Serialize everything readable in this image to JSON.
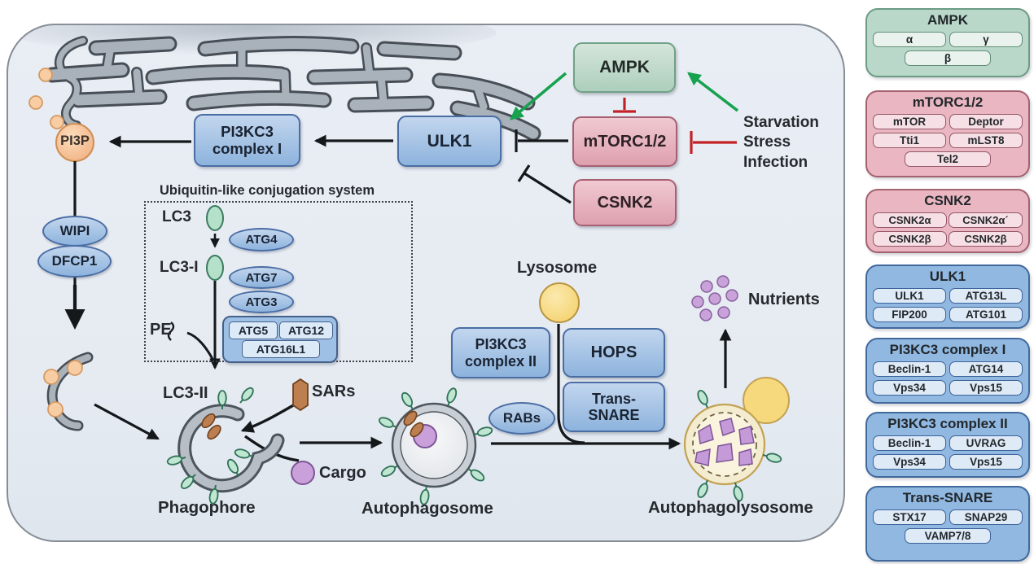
{
  "d": {
    "ampk": "AMPK",
    "mtorc": "mTORC1/2",
    "csnk2": "CSNK2",
    "ulk1": "ULK1",
    "stimuli": "Starvation\nStress\nInfection",
    "pi3kc3_1": "PI3KC3\ncomplex I",
    "pi3p": "PI3P",
    "wipi": "WIPI",
    "dfcp1": "DFCP1",
    "conj_title": "Ubiquitin-like conjugation system",
    "lc3": "LC3",
    "atg4": "ATG4",
    "lc3_i": "LC3-I",
    "atg7": "ATG7",
    "atg3": "ATG3",
    "pe": "PE",
    "atg5": "ATG5",
    "atg12": "ATG12",
    "atg16l1": "ATG16L1",
    "lc3_ii": "LC3-II",
    "sars": "SARs",
    "cargo": "Cargo",
    "phagophore": "Phagophore",
    "autophagosome": "Autophagosome",
    "lysosome": "Lysosome",
    "pi3kc3_2": "PI3KC3\ncomplex II",
    "hops": "HOPS",
    "trans_snare": "Trans-\nSNARE",
    "rabs": "RABs",
    "autophagolysosome": "Autophagolysosome",
    "nutrients": "Nutrients"
  },
  "legend": [
    {
      "title": "AMPK",
      "rows": [
        [
          "α",
          "γ"
        ],
        [
          "β"
        ]
      ]
    },
    {
      "title": "mTORC1/2",
      "rows": [
        [
          "mTOR",
          "Deptor"
        ],
        [
          "Tti1",
          "mLST8"
        ],
        [
          "Tel2"
        ]
      ]
    },
    {
      "title": "CSNK2",
      "rows": [
        [
          "CSNK2α",
          "CSNK2α´"
        ],
        [
          "CSNK2β",
          "CSNK2β"
        ]
      ]
    },
    {
      "title": "ULK1",
      "rows": [
        [
          "ULK1",
          "ATG13L"
        ],
        [
          "FIP200",
          "ATG101"
        ]
      ]
    },
    {
      "title": "PI3KC3 complex I",
      "rows": [
        [
          "Beclin-1",
          "ATG14"
        ],
        [
          "Vps34",
          "Vps15"
        ]
      ]
    },
    {
      "title": "PI3KC3 complex II",
      "rows": [
        [
          "Beclin-1",
          "UVRAG"
        ],
        [
          "Vps34",
          "Vps15"
        ]
      ]
    },
    {
      "title": "Trans-SNARE",
      "rows": [
        [
          "STX17",
          "SNAP29"
        ],
        [
          "VAMP7/8"
        ]
      ]
    }
  ],
  "colors": {
    "panel_bg": "#e8ecf3",
    "node_blue": "#8db3dd",
    "node_green": "#adcfbc",
    "node_pink": "#dea0ae",
    "arrow_black": "#15181b",
    "arrow_green": "#17a24f",
    "inhibit_red": "#c42127",
    "pi3p_orange": "#f3b988",
    "lysosome_yellow": "#f6d678",
    "cargo_purple": "#c9a0da",
    "lc3_teal": "#bfe6d1",
    "sar_brown": "#bd7f50",
    "er_gray": "#a9b1ba"
  }
}
